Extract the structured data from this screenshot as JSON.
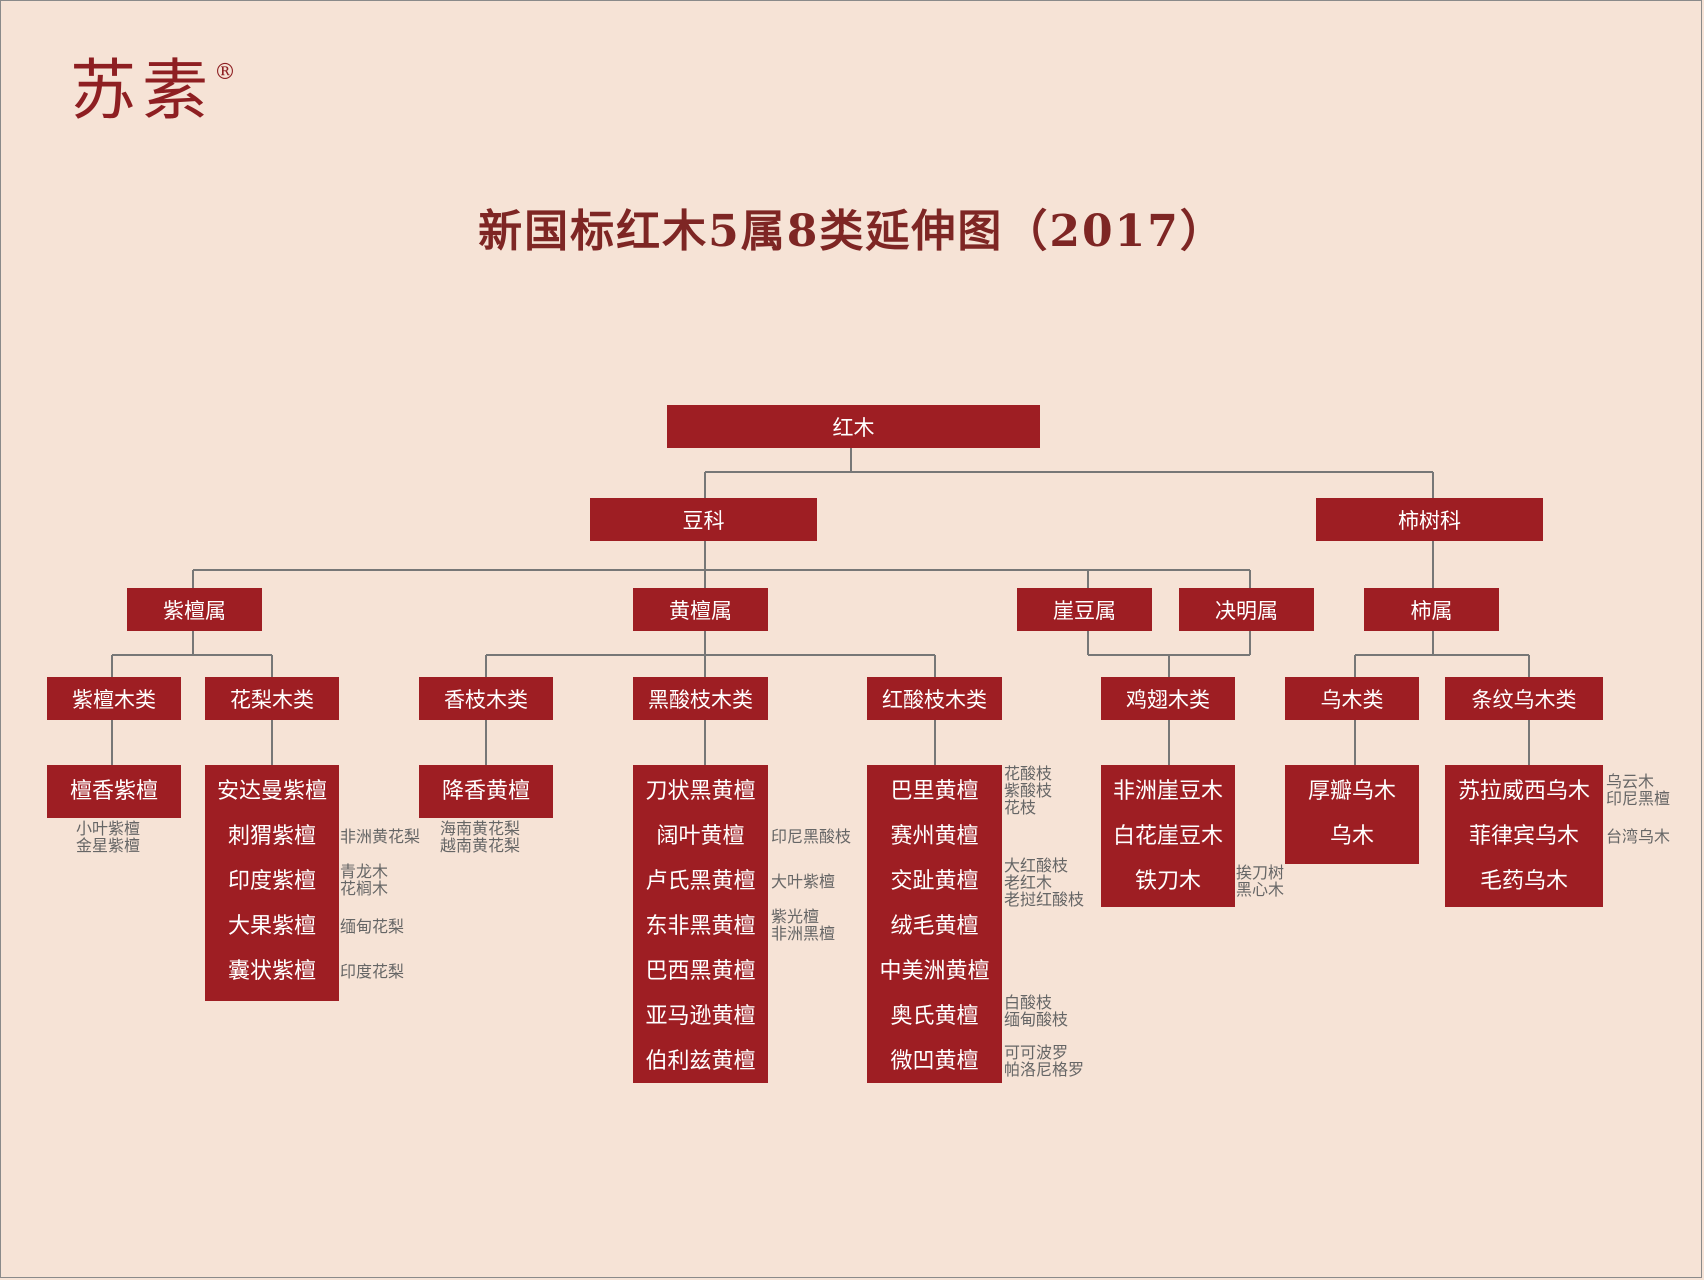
{
  "brand": {
    "logo_text": "苏素",
    "registered_mark": "®"
  },
  "title": "新国标红木5属8类延伸图（2017）",
  "colors": {
    "box": "#9e1e23",
    "background": "#f6e3d6",
    "title": "#7e2624",
    "line": "#777777"
  },
  "tree": {
    "root": "红木",
    "families": [
      "豆科",
      "柿树科"
    ],
    "genera": [
      "紫檀属",
      "黄檀属",
      "崖豆属",
      "决明属",
      "柿属"
    ],
    "classes": [
      "紫檀木类",
      "花梨木类",
      "香枝木类",
      "黑酸枝木类",
      "红酸枝木类",
      "鸡翅木类",
      "乌木类",
      "条纹乌木类"
    ]
  },
  "species": {
    "zitan": [
      "檀香紫檀"
    ],
    "huali": [
      "安达曼紫檀",
      "刺猬紫檀",
      "印度紫檀",
      "大果紫檀",
      "囊状紫檀"
    ],
    "xiangzhi": [
      "降香黄檀"
    ],
    "heisuanzhi": [
      "刀状黑黄檀",
      "阔叶黄檀",
      "卢氏黑黄檀",
      "东非黑黄檀",
      "巴西黑黄檀",
      "亚马逊黄檀",
      "伯利兹黄檀"
    ],
    "hongsuanzhi": [
      "巴里黄檀",
      "赛州黄檀",
      "交趾黄檀",
      "绒毛黄檀",
      "中美洲黄檀",
      "奥氏黄檀",
      "微凹黄檀"
    ],
    "jichi": [
      "非洲崖豆木",
      "白花崖豆木",
      "铁刀木"
    ],
    "wumu": [
      "厚瓣乌木",
      "乌木"
    ],
    "tiaowen": [
      "苏拉威西乌木",
      "菲律宾乌木",
      "毛药乌木"
    ]
  },
  "notes": {
    "zitan": [
      "小叶紫檀",
      "金星紫檀"
    ],
    "ciwei": [
      "非洲黄花梨"
    ],
    "yindu": [
      "青龙木",
      "花榈木"
    ],
    "daguo": [
      "缅甸花梨"
    ],
    "nangzhuang": [
      "印度花梨"
    ],
    "xiangzhi": [
      "海南黄花梨",
      "越南黄花梨"
    ],
    "kuoye": [
      "印尼黑酸枝"
    ],
    "lushi": [
      "大叶紫檀"
    ],
    "dongfei": [
      "紫光檀",
      "非洲黑檀"
    ],
    "bali": [
      "花酸枝",
      "紫酸枝",
      "花枝"
    ],
    "jiaozhi": [
      "大红酸枝",
      "老红木",
      "老挝红酸枝"
    ],
    "aoshi": [
      "白酸枝",
      "缅甸酸枝"
    ],
    "weiao": [
      "可可波罗",
      "帕洛尼格罗"
    ],
    "tiedao": [
      "挨刀树",
      "黑心木"
    ],
    "sulawei": [
      "乌云木",
      "印尼黑檀"
    ],
    "feilvbin": [
      "台湾乌木"
    ]
  }
}
